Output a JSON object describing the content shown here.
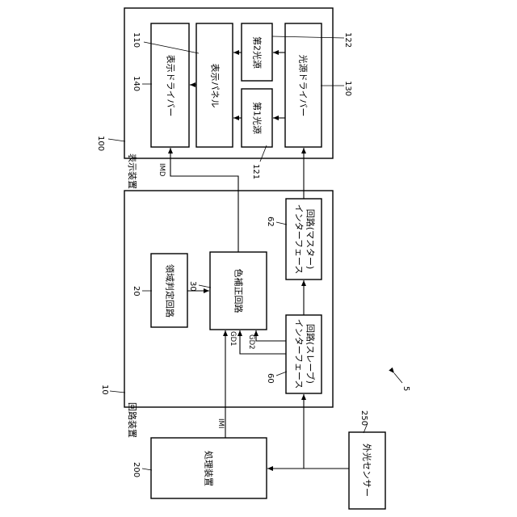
{
  "blocks": {
    "display_device": "表示装置",
    "display_driver": "表示ドライバー",
    "display_panel": "表示パネル",
    "second_light_source": "第2光源",
    "first_light_source": "第1光源",
    "light_source_driver": "光源ドライバー",
    "circuit_device": "回路装置",
    "region_judgment_circuit": "領域判定回路",
    "color_correction_circuit": "色補正回路",
    "interface_master_line1": "インターフェース",
    "interface_master_line2": "回路(マスター)",
    "interface_slave_line1": "インターフェース",
    "interface_slave_line2": "回路(スレーブ)",
    "processing_device": "処理装置",
    "ambient_light_sensor": "外光センサー"
  },
  "signals": {
    "imd": "IMD",
    "imi": "IMI",
    "gd1": "GD1",
    "gd2": "GD2"
  },
  "refs": {
    "display_device": "100",
    "display_panel": "110",
    "display_driver": "140",
    "second_light_source": "122",
    "light_source_driver": "130",
    "first_light_source": "121",
    "circuit_device": "10",
    "region_judgment_circuit": "20",
    "color_correction_circuit": "30",
    "interface_master": "62",
    "interface_slave": "60",
    "processing_device": "200",
    "ambient_light_sensor": "250",
    "system": "5"
  }
}
